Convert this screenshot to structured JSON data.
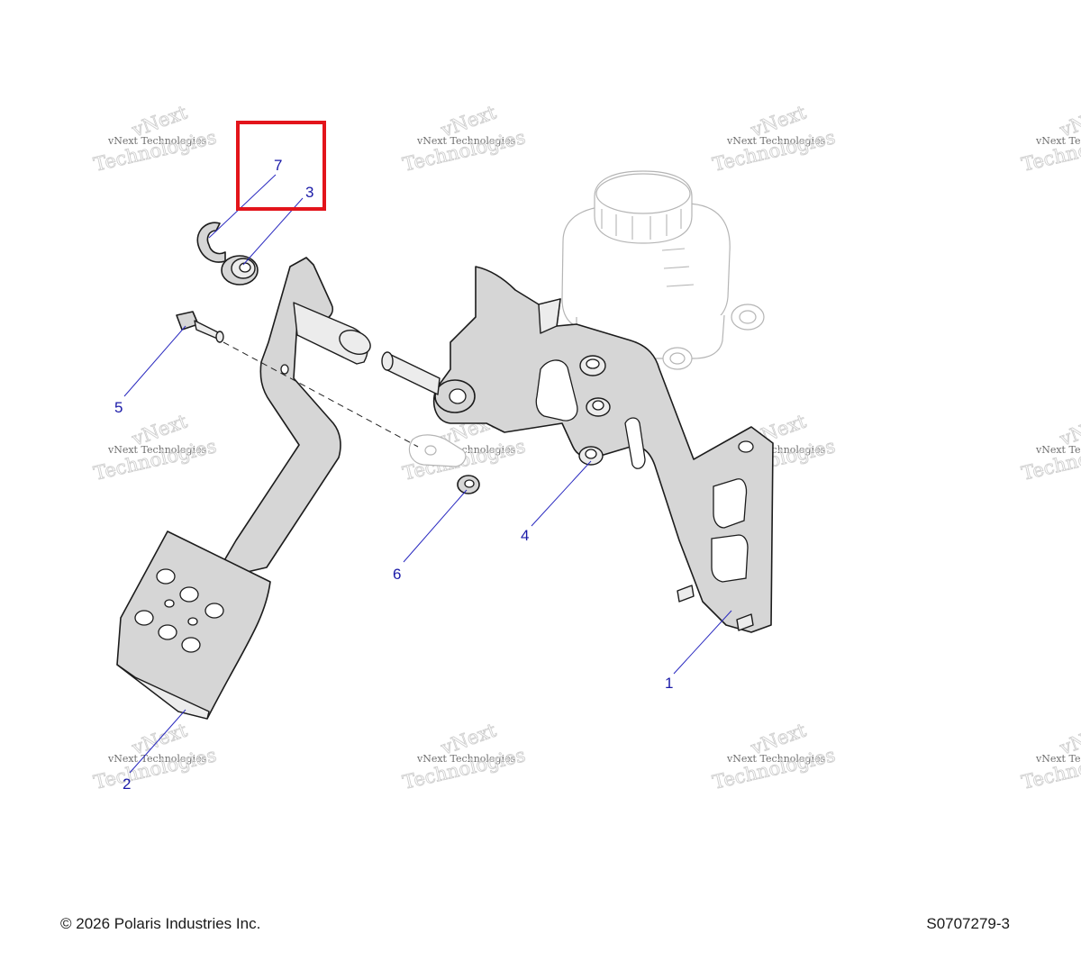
{
  "watermark": {
    "line1": "vNext Technologies",
    "line2": "vNext",
    "line3": "Technologies"
  },
  "callouts": [
    {
      "id": "callout-1",
      "label": "1"
    },
    {
      "id": "callout-2",
      "label": "2"
    },
    {
      "id": "callout-3",
      "label": "3"
    },
    {
      "id": "callout-4",
      "label": "4"
    },
    {
      "id": "callout-5",
      "label": "5"
    },
    {
      "id": "callout-6",
      "label": "6"
    },
    {
      "id": "callout-7",
      "label": "7"
    }
  ],
  "highlight": {
    "color": "#e3141b",
    "encloses": [
      "7",
      "3"
    ]
  },
  "colors": {
    "callout": "#1a1aa8",
    "highlight": "#e3141b"
  },
  "footer": {
    "copyright": "© 2026 Polaris Industries Inc.",
    "drawing_number": "S0707279-3"
  }
}
